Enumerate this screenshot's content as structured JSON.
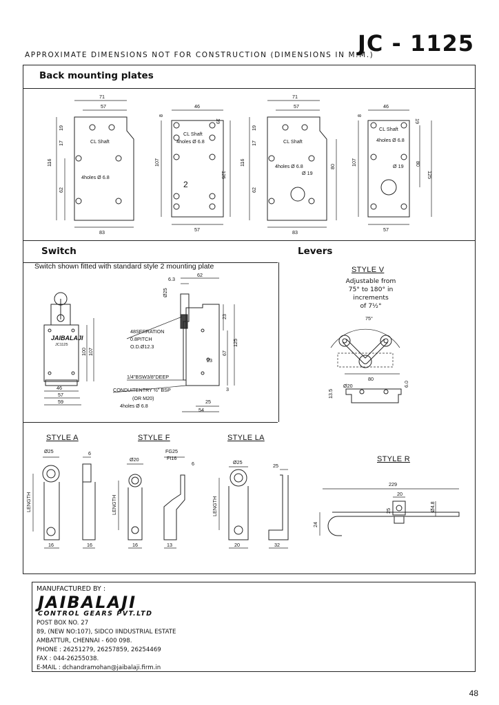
{
  "header": {
    "model": "JC - 1125",
    "subtitle": "APPROXIMATE DIMENSIONS NOT FOR CONSTRUCTION (DIMENSIONS IN M.M.)"
  },
  "sections": {
    "back_mounting_plates": "Back mounting plates",
    "switch": "Switch",
    "levers": "Levers"
  },
  "plates": {
    "plate1": {
      "w_top": "71",
      "w_mid": "57",
      "h_total": "116",
      "h_62": "62",
      "h_17": "17",
      "h_19": "19",
      "bottom": "83",
      "cl_shaft": "CL Shaft",
      "holes": "4holes Ø 6.8"
    },
    "plate2": {
      "w_top": "46",
      "h_8": "8",
      "h_19": "19",
      "h_107": "107",
      "h_125": "125",
      "bottom": "57",
      "cl_shaft": "CL Shaft",
      "holes": "4holes Ø 6.8",
      "number": "2"
    },
    "plate3": {
      "w_top": "71",
      "w_mid": "57",
      "h_total": "116",
      "h_62": "62",
      "h_17": "17",
      "h_19": "19",
      "h_80": "80",
      "bottom": "83",
      "cl_shaft": "CL Shaft",
      "holes": "4holes Ø 6.8",
      "bore": "Ø 19"
    },
    "plate4": {
      "w_top": "46",
      "h_8": "8",
      "h_19": "19",
      "h_107": "107",
      "h_80": "80",
      "h_125": "125",
      "bottom": "57",
      "cl_shaft": "CL Shaft",
      "holes": "4holes Ø 6.8",
      "bore": "Ø 19"
    }
  },
  "switch": {
    "caption": "Switch shown fitted with standard style 2 mounting plate",
    "brand": "JAIBALAJI",
    "model_label": "JC1125",
    "dims": {
      "d46": "46",
      "d57": "57",
      "d59": "59",
      "d100": "100",
      "d107": "107",
      "d6_3": "6.3",
      "d62": "62",
      "d25": "Ø25",
      "d23a": "23",
      "d67": "67",
      "d125": "125",
      "d23b": "23",
      "d3": "3",
      "d25b": "25",
      "d54": "54"
    },
    "notes": {
      "serration": "48SERRATION",
      "pitch": "0.8PITCH",
      "od": "O.D.Ø12.3",
      "bsw": "1/4\"BSW3/8\"DEEP",
      "conduit": "CONDUITENTRY ½\" BSP",
      "m20": "(OR   M20)",
      "holes": "4holes Ø 6.8"
    }
  },
  "levers": {
    "style_v": {
      "label": "STYLE V",
      "note_lines": [
        "Adjustable from",
        "75° to 180° in",
        "increments",
        "of 7½°"
      ],
      "angle": "75°",
      "d80": "80",
      "d20": "Ø20",
      "d13_5": "13.5",
      "d6_0": "6.0"
    },
    "style_a": {
      "label": "STYLE A",
      "d25": "Ø25",
      "d6": "6",
      "length": "LENGTH",
      "d16a": "16",
      "d16b": "16"
    },
    "style_f": {
      "label": "STYLE F",
      "d20": "Ø20",
      "fg": "FG25",
      "fi": "FI16",
      "d6": "6",
      "length": "LENGTH",
      "d16": "16",
      "d13": "13"
    },
    "style_la": {
      "label": "STYLE LA",
      "d25": "Ø25",
      "d25b": "25",
      "length": "LENGTH",
      "d20": "20",
      "d32": "32"
    },
    "style_r": {
      "label": "STYLE R",
      "d229": "229",
      "d20": "20",
      "d4_8": "Ø4.8",
      "d25": "25",
      "d24": "24"
    }
  },
  "footer": {
    "manufactured_by": "MANUFACTURED BY :",
    "logo_main": "JAIBALAJI",
    "logo_sub": "CONTROL GEARS PVT.LTD",
    "lines": [
      "POST BOX NO. 27",
      "89, (NEW NO:107), SIDCO IINDUSTRIAL ESTATE",
      "AMBATTUR, CHENNAI - 600 098.",
      "PHONE  : 26251279, 26257859, 26254469",
      "FAX  : 044-26255038.",
      "E-MAIL    : dchandramohan@jaibalaji.firm.in"
    ]
  },
  "page_number": "48"
}
